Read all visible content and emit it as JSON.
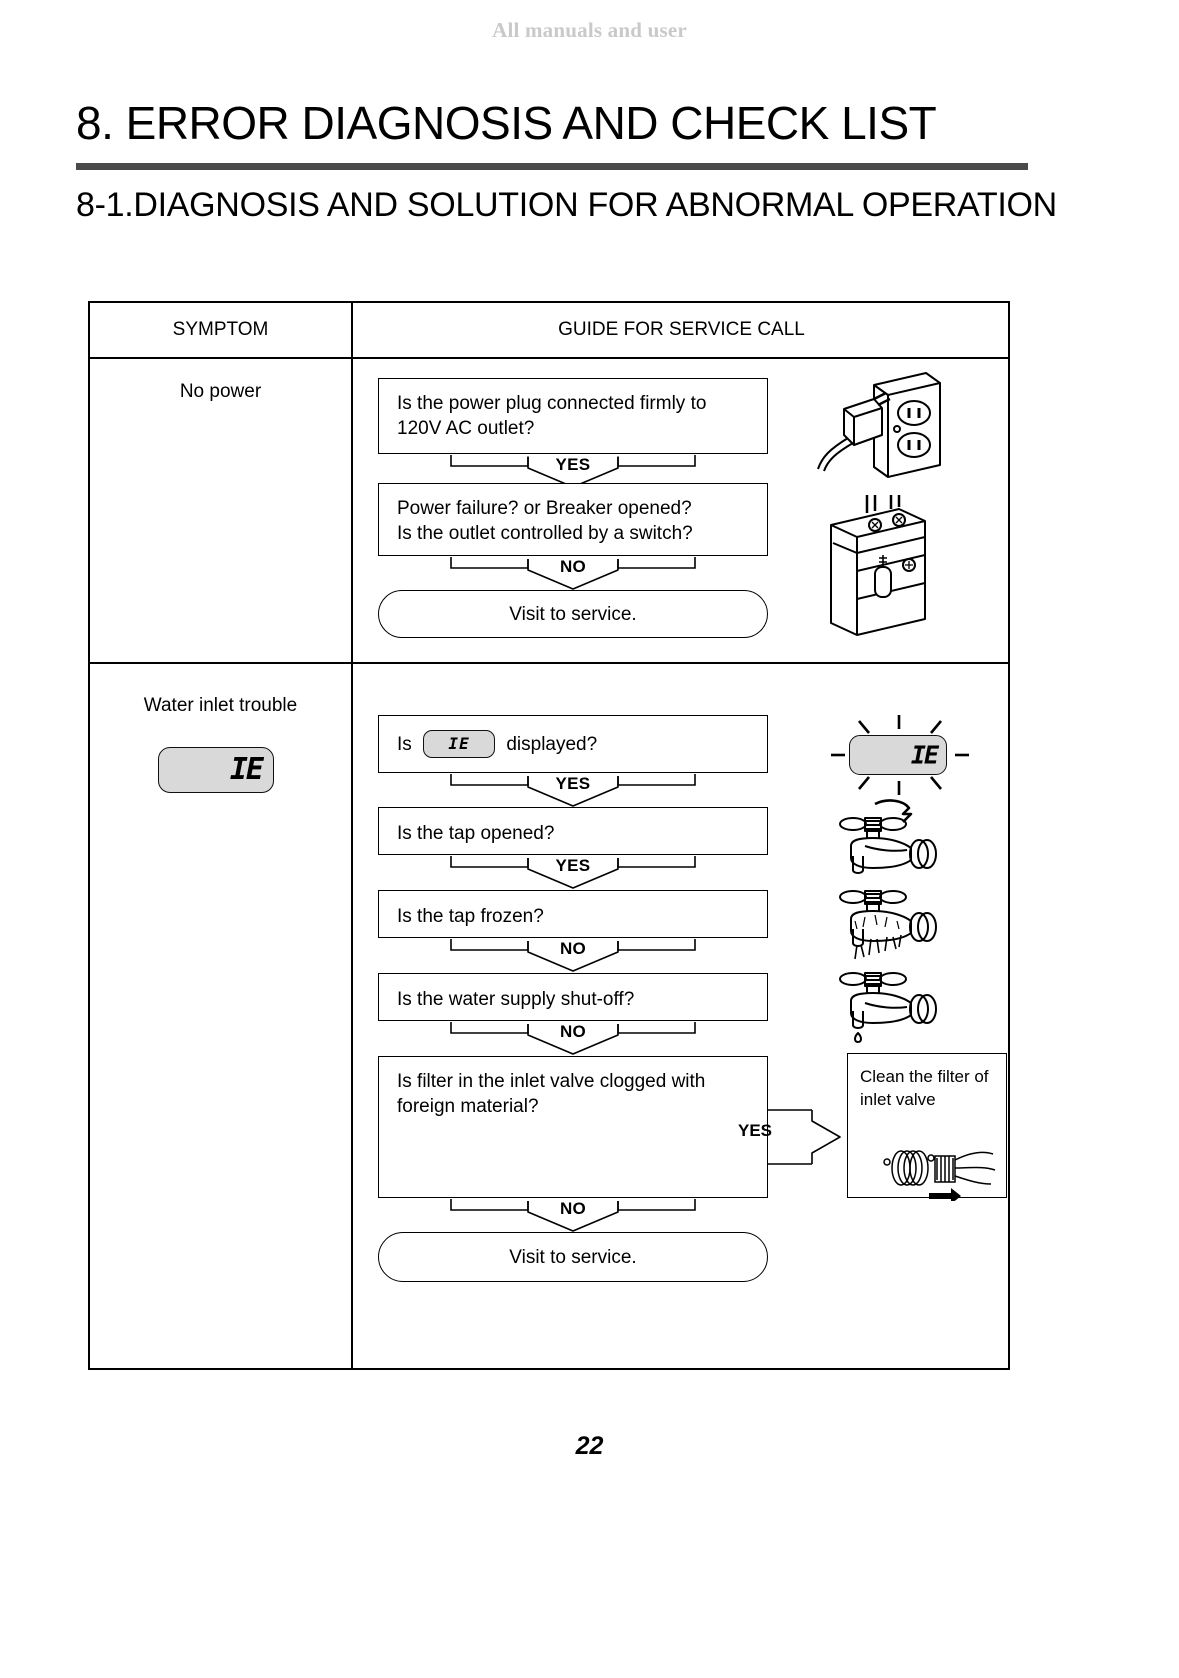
{
  "watermark": "All manuals and user",
  "headings": {
    "chapter": "8. ERROR DIAGNOSIS AND CHECK LIST",
    "section": "8-1.DIAGNOSIS AND SOLUTION FOR ABNORMAL OPERATION"
  },
  "table": {
    "columns": [
      "SYMPTOM",
      "GUIDE FOR SERVICE CALL"
    ],
    "rows": [
      {
        "symptom": "No power",
        "steps": [
          {
            "text": "Is the power plug connected firmly to 120V AC outlet?",
            "answer": "YES"
          },
          {
            "text": "Power failure? or Breaker opened?\nIs the outlet controlled by a switch?",
            "answer": "NO"
          }
        ],
        "terminal": "Visit to service.",
        "illustrations": [
          "power-plug-outlet",
          "circuit-breaker"
        ]
      },
      {
        "symptom": "Water inlet trouble",
        "error_code": "IE",
        "steps": [
          {
            "text_before": "Is",
            "code": "IE",
            "text_after": "displayed?",
            "answer": "YES"
          },
          {
            "text": "Is the tap opened?",
            "answer": "YES"
          },
          {
            "text": "Is the tap frozen?",
            "answer": "NO"
          },
          {
            "text": "Is the water supply shut-off?",
            "answer": "NO"
          },
          {
            "text": "Is filter in the inlet valve clogged with foreign material?",
            "answer": "NO",
            "branch_answer": "YES"
          }
        ],
        "branch": {
          "label": "YES",
          "text": "Clean the filter of inlet valve",
          "illustration": "hand-cleaning-filter"
        },
        "terminal": "Visit to service.",
        "illustrations": [
          "blinking-error-display",
          "tap-open",
          "tap-frozen",
          "tap-water-off"
        ]
      }
    ]
  },
  "page_number": "22",
  "colors": {
    "lcd_background": "#d9d9d9",
    "rule": "#4a4a4a",
    "watermark": "#c9c9c9"
  }
}
